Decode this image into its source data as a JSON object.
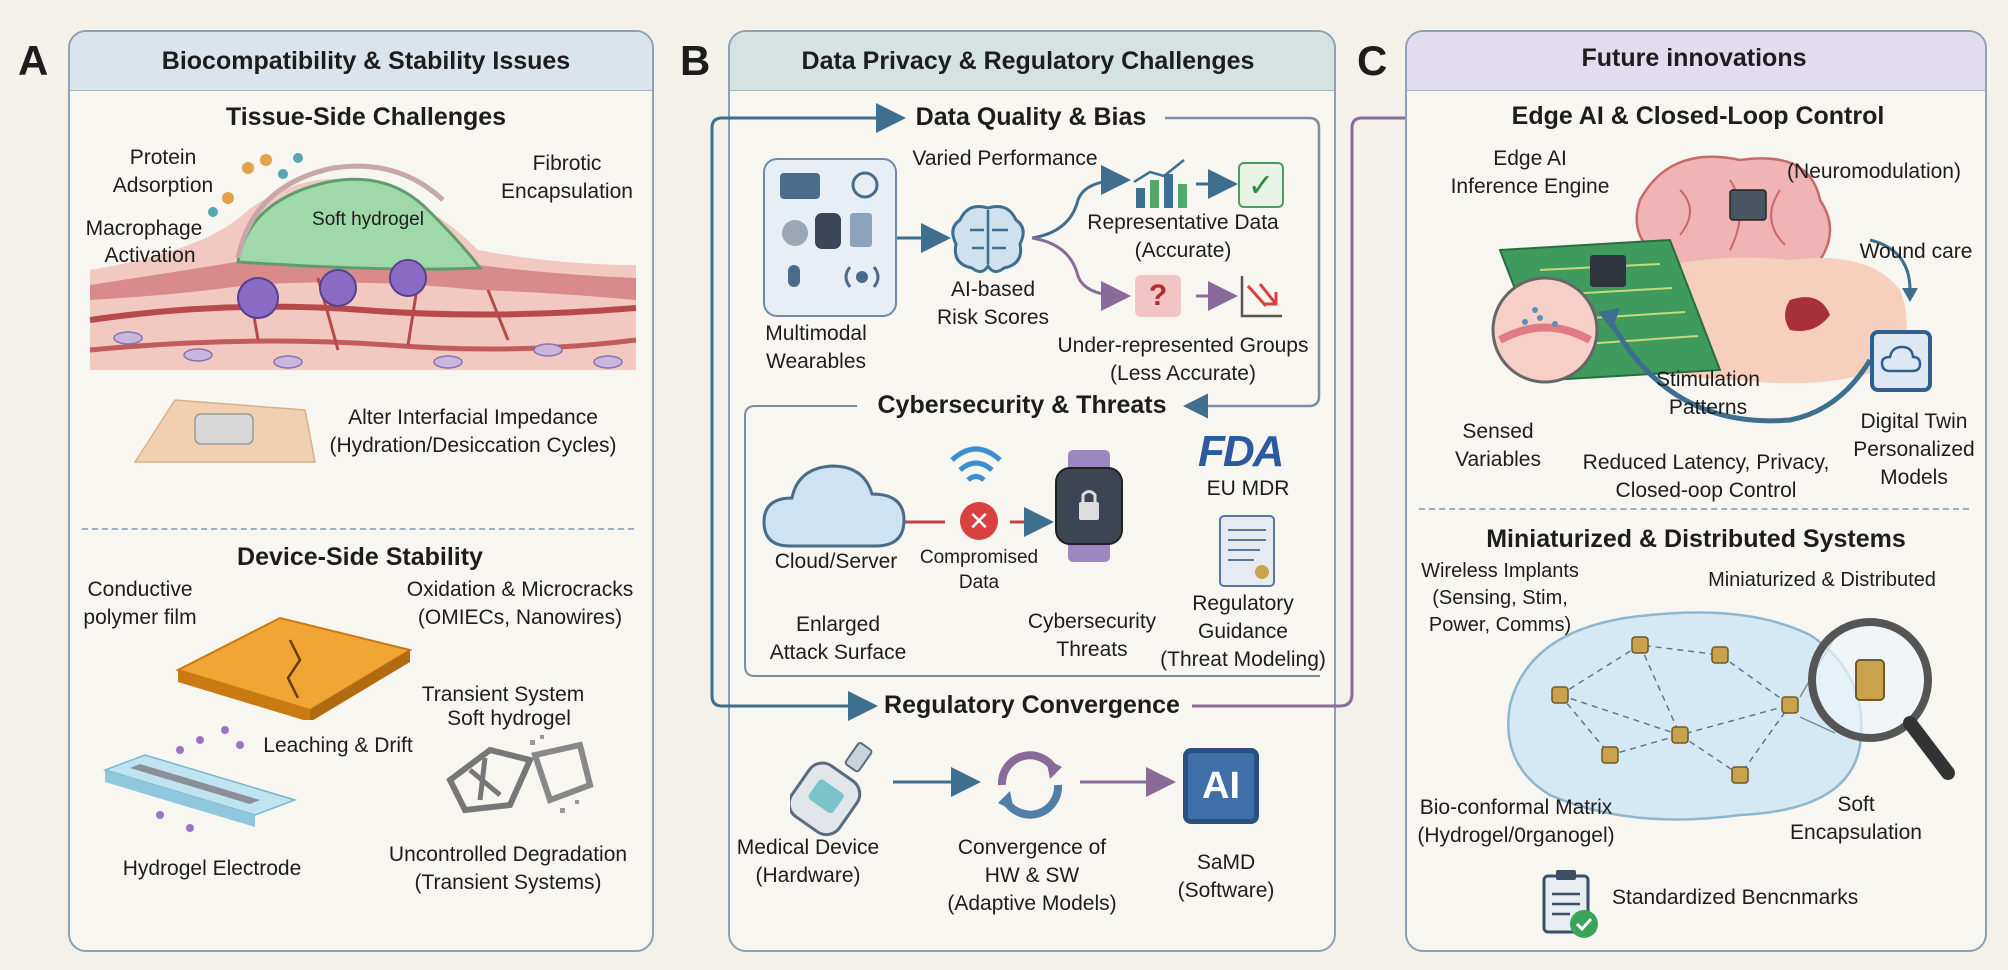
{
  "panels": {
    "a": {
      "letter": "A",
      "title": "Biocompatibility & Stability Issues",
      "tissue_heading": "Tissue-Side Challenges",
      "protein_adsorption": [
        "Protein",
        "Adsorption"
      ],
      "fibrotic_encapsulation": [
        "Fibrotic",
        "Encapsulation"
      ],
      "soft_hydrogel": "Soft hydrogel",
      "macrophage_activation": [
        "Macrophage",
        "Activation"
      ],
      "interfacial_impedance": [
        "Alter Interfacial Impedance",
        "(Hydration/Desiccation Cycles)"
      ],
      "device_heading": "Device-Side Stability",
      "conductive_polymer": [
        "Conductive",
        "polymer film"
      ],
      "oxidation": [
        "Oxidation & Microcracks",
        "(OMIECs, Nanowires)"
      ],
      "transient_system": [
        "Transient System",
        "Soft hydrogel"
      ],
      "leaching": "Leaching & Drift",
      "hydrogel_electrode": "Hydrogel Electrode",
      "degradation": [
        "Uncontrolled Degradation",
        "(Transient Systems)"
      ]
    },
    "b": {
      "letter": "B",
      "title": "Data Privacy & Regulatory Challenges",
      "data_quality_heading": "Data Quality & Bias",
      "varied_performance": "Varied Performance",
      "multimodal_wearables": [
        "Multimodal",
        "Wearables"
      ],
      "ai_risk_scores": [
        "AI-based",
        "Risk Scores"
      ],
      "representative_data": [
        "Representative Data",
        "(Accurate)"
      ],
      "underrepresented": [
        "Under-represented Groups",
        "(Less Accurate)"
      ],
      "cyber_heading": "Cybersecurity & Threats",
      "fda_logo": "FDA",
      "eu_mdr": "EU MDR",
      "cloud_server": "Cloud/Server",
      "compromised_data": [
        "Compromised",
        "Data"
      ],
      "regulatory_guidance": [
        "Regulatory",
        "Guidance",
        "(Threat Modeling)"
      ],
      "enlarged_attack": [
        "Enlarged",
        "Attack Surface"
      ],
      "cyber_threats": [
        "Cybersecurity",
        "Threats"
      ],
      "regulatory_heading": "Regulatory Convergence",
      "medical_device": [
        "Medical Device",
        "(Hardware)"
      ],
      "convergence": [
        "Convergence of",
        "HW & SW",
        "(Adaptive Models)"
      ],
      "ai_chip": "AI",
      "samd": [
        "SaMD",
        "(Software)"
      ]
    },
    "c": {
      "letter": "C",
      "title": "Future innovations",
      "edge_heading": "Edge AI & Closed-Loop Control",
      "edge_engine": [
        "Edge AI",
        "Inference Engine"
      ],
      "neuromodulation": "(Neuromodulation)",
      "wound_care": "Wound care",
      "stimulation_patterns": [
        "Stimulation",
        "Patterns"
      ],
      "sensed_variables": [
        "Sensed",
        "Variables"
      ],
      "reduced_latency": [
        "Reduced Latency, Privacy,",
        "Closed-oop Control"
      ],
      "digital_twin": [
        "Digital Twin",
        "Personalized",
        "Models"
      ],
      "mini_heading": "Miniaturized & Distributed Systems",
      "wireless_implants": [
        "Wireless Implants",
        "(Sensing, Stim,",
        "Power, Comms)"
      ],
      "mini_distributed": "Miniaturized & Distributed",
      "bio_matrix": [
        "Bio-conformal Matrix",
        "(Hydrogel/0rganogel)"
      ],
      "soft_encapsulation": [
        "Soft",
        "Encapsulation"
      ],
      "standardized": "Standardized Bencnmarks"
    }
  },
  "colors": {
    "panel_border": "#8ea0b3",
    "header_a": "#dbe4ec",
    "header_b": "#d6e2e2",
    "header_c": "#e2dcef",
    "arrow_blue": "#3e6f8f",
    "arrow_purple": "#8a6a98",
    "hydrogel_green": "#9fd8a9",
    "alert_red": "#d94040"
  }
}
